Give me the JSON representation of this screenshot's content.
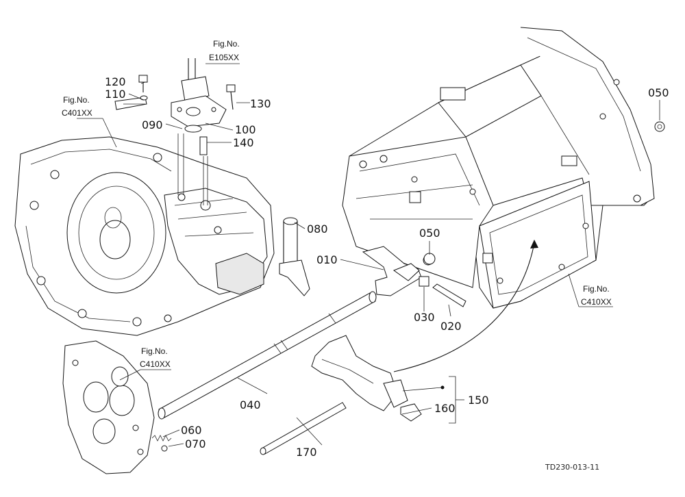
{
  "diagram": {
    "drawing_code": "TD230-013-11",
    "figure_refs": [
      {
        "id": "fig-e105",
        "line1": "Fig.No.",
        "line2": "E105XX"
      },
      {
        "id": "fig-c401",
        "line1": "Fig.No.",
        "line2": "C401XX"
      },
      {
        "id": "fig-c410-left",
        "line1": "Fig.No.",
        "line2": "C410XX"
      },
      {
        "id": "fig-c410-right",
        "line1": "Fig.No.",
        "line2": "C410XX"
      }
    ],
    "part_labels": {
      "p010": "010",
      "p020": "020",
      "p030": "030",
      "p040": "040",
      "p050a": "050",
      "p050b": "050",
      "p060": "060",
      "p070": "070",
      "p080": "080",
      "p090": "090",
      "p100": "100",
      "p110": "110",
      "p120": "120",
      "p130": "130",
      "p140": "140",
      "p150": "150",
      "p160": "160",
      "p170": "170"
    }
  }
}
